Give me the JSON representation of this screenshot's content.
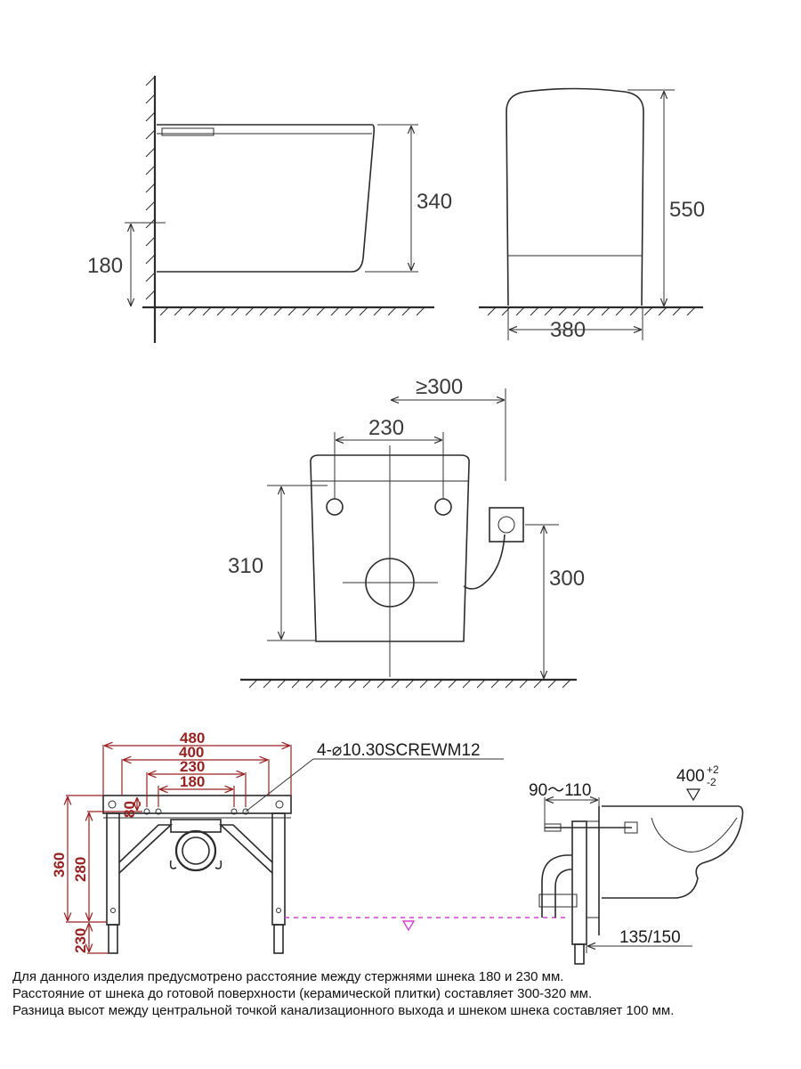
{
  "side_view": {
    "dim_height": "340",
    "dim_outlet": "180"
  },
  "front_view": {
    "dim_height": "550",
    "dim_width": "380"
  },
  "back_view": {
    "dim_clearance": "≥300",
    "dim_bolt_spacing": "230",
    "dim_bolt_height": "310",
    "dim_socket_height": "300"
  },
  "frame_view": {
    "dim_480": "480",
    "dim_400": "400",
    "dim_230": "230",
    "dim_180": "180",
    "dim_80": "80",
    "dim_280": "280",
    "dim_360": "360",
    "dim_230_bottom": "230",
    "screw_label": "4-⌀10.30SCREWM12",
    "dim_color": "#9c1f1f"
  },
  "wall_hung_view": {
    "dim_depth": "90～110",
    "dim_height": "400",
    "tol_plus": "+2",
    "tol_minus": "-2",
    "dim_outlet": "135/150",
    "guide_color": "#d63fd6"
  },
  "notes": [
    "Для данного изделия предусмотрено расстояние между стержнями шнека 180 и 230 мм.",
    "Расстояние от шнека до готовой поверхности (керамической плитки) составляет 300-320 мм.",
    "Разница высот между центральной точкой канализационного выхода и шнеком шнека составляет 100 мм."
  ]
}
